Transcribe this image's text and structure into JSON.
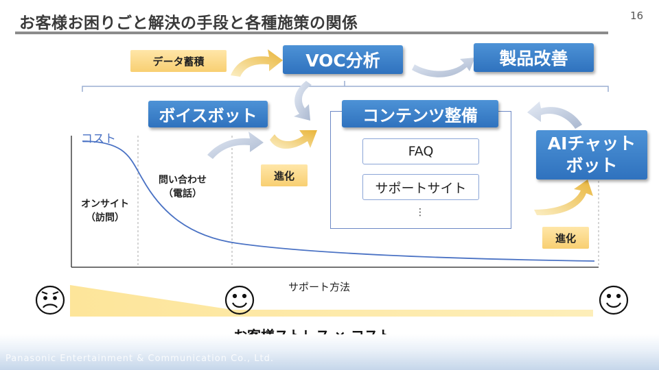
{
  "title": "お客様お困りごと解決の手段と各種施策の関係",
  "page_number": "16",
  "boxes": {
    "voc": "VOC分析",
    "product": "製品改善",
    "voicebot": "ボイスボット",
    "contents": "コンテンツ整備",
    "aichat_line1": "AIチャット",
    "aichat_line2": "ボット"
  },
  "tags": {
    "data_store": "データ蓄積",
    "evolve_left": "進化",
    "evolve_right": "進化"
  },
  "contents_items": [
    "FAQ",
    "サポートサイト",
    "⋮"
  ],
  "chart": {
    "cost_label": "コスト",
    "onsite_line1": "オンサイト",
    "onsite_line2": "（訪問）",
    "phone_line1": "問い合わせ",
    "phone_line2": "（電話）",
    "x_label": "サポート方法"
  },
  "stress_label": "お客様ストレス × コスト",
  "footer": "Panasonic Entertainment & Communication Co., Ltd.",
  "colors": {
    "blue": "#2f72be",
    "curve": "#4a72c4",
    "gold": "#f8cf72",
    "band": "#fce9a6"
  }
}
